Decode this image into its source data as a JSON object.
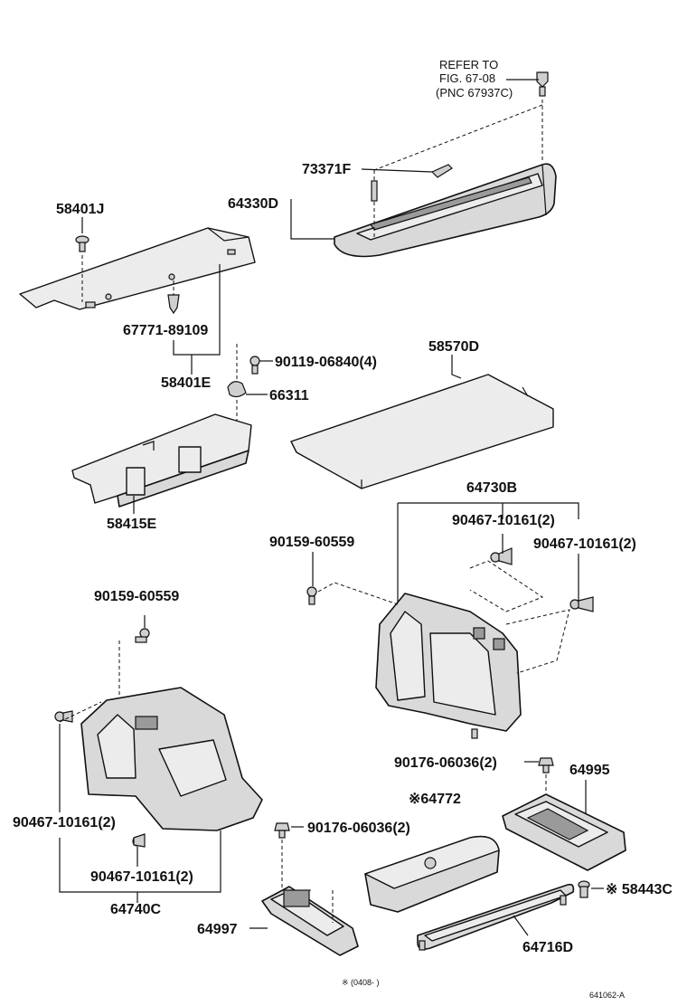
{
  "callouts": {
    "refer_line1": "REFER TO",
    "refer_line2": "FIG. 67-08",
    "refer_line3": "(PNC 67937C)",
    "p73371F": "73371F",
    "p64330D": "64330D",
    "p58401J": "58401J",
    "p67771": "67771-89109",
    "p58401E": "58401E",
    "p90119": "90119-06840(4)",
    "p66311": "66311",
    "p58570D": "58570D",
    "p58415E": "58415E",
    "p64730B": "64730B",
    "p90467_a": "90467-10161(2)",
    "p90467_b": "90467-10161(2)",
    "p90159_a": "90159-60559",
    "p90159_b": "90159-60559",
    "p90176_a": "90176-06036(2)",
    "p64995": "64995",
    "p64772": "※64772",
    "p90467_c": "90467-10161(2)",
    "p90176_b": "90176-06036(2)",
    "p90467_d": "90467-10161(2)",
    "p58443C": "※ 58443C",
    "p64740C": "64740C",
    "p64997": "64997",
    "p64716D": "64716D"
  },
  "footer": {
    "note": "※ (0408-      )",
    "figure_id": "641062-A"
  }
}
